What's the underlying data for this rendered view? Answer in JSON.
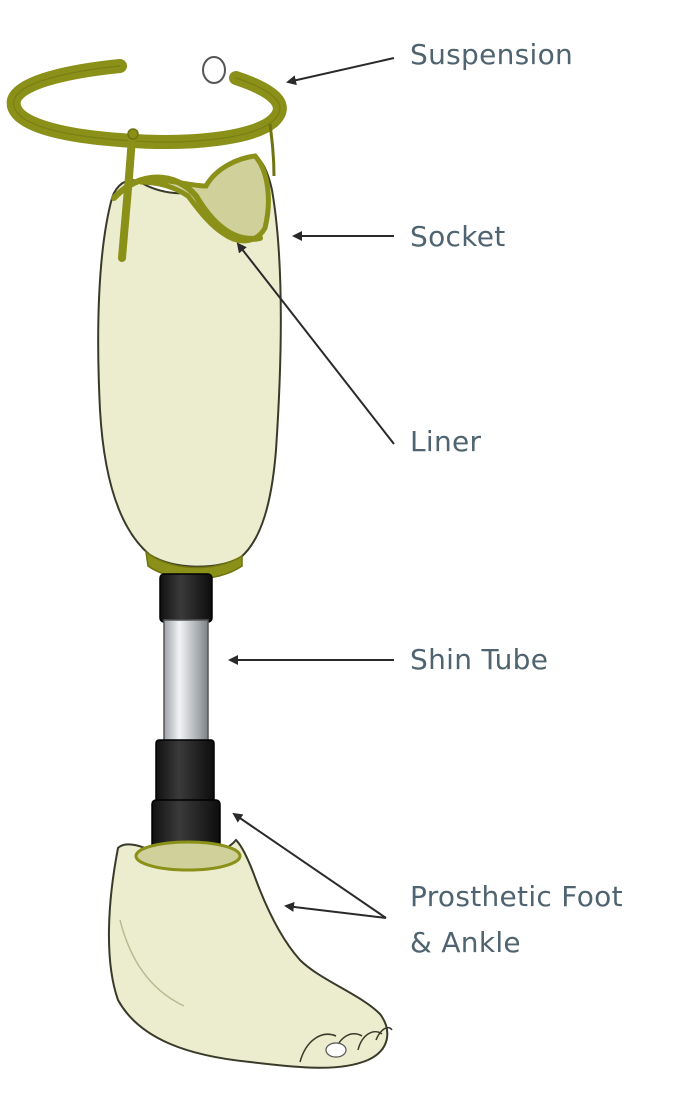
{
  "labels": {
    "suspension": "Suspension",
    "socket": "Socket",
    "liner": "Liner",
    "shin_tube": "Shin Tube",
    "foot_line1": "Prosthetic Foot",
    "foot_line2": "& Ankle"
  },
  "colors": {
    "olive": "#8a9018",
    "olive_dark": "#6f7410",
    "cream": "#ecedce",
    "liner_inner": "#cfd09a",
    "outline": "#3a3a2a",
    "tube_black": "#1c1c1c",
    "tube_silver": "#c9cccf",
    "label_text": "#4f6470",
    "arrow": "#2a2a2a"
  }
}
